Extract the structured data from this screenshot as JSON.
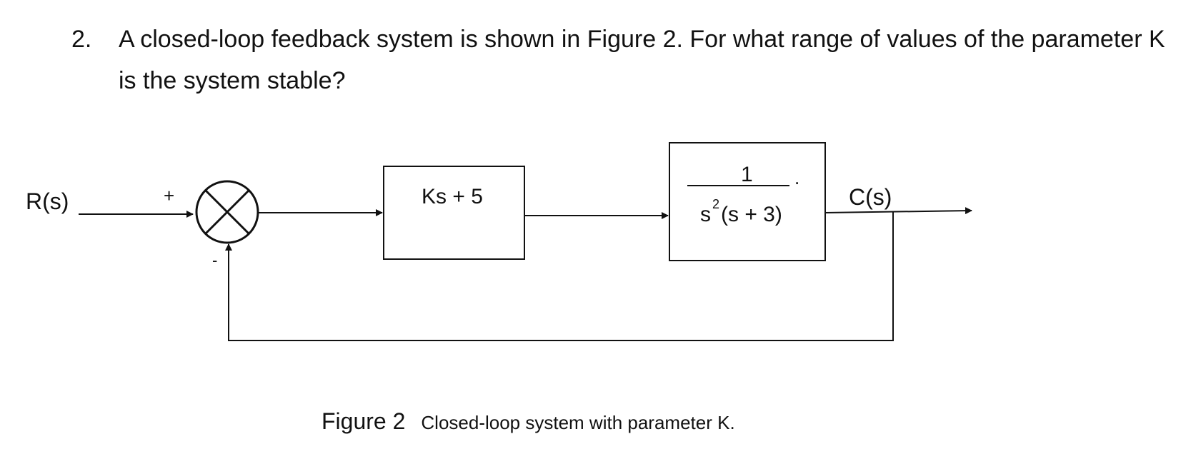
{
  "question": {
    "number": "2.",
    "text": "A closed-loop feedback system is shown in Figure 2.  For what range of values of the parameter K is the system stable?"
  },
  "diagram": {
    "input_label": "R(s)",
    "output_label": "C(s)",
    "plus_sign": "+",
    "minus_sign": "-",
    "block1": {
      "text": "Ks + 5"
    },
    "block2": {
      "numerator": "1",
      "denominator_base": "s",
      "denominator_exponent": "2",
      "denominator_rest": "(s + 3)",
      "dot": "."
    }
  },
  "caption": {
    "figure": "Figure 2",
    "text": "Closed-loop system with parameter K."
  },
  "colors": {
    "ink": "#111111",
    "background": "#ffffff"
  }
}
